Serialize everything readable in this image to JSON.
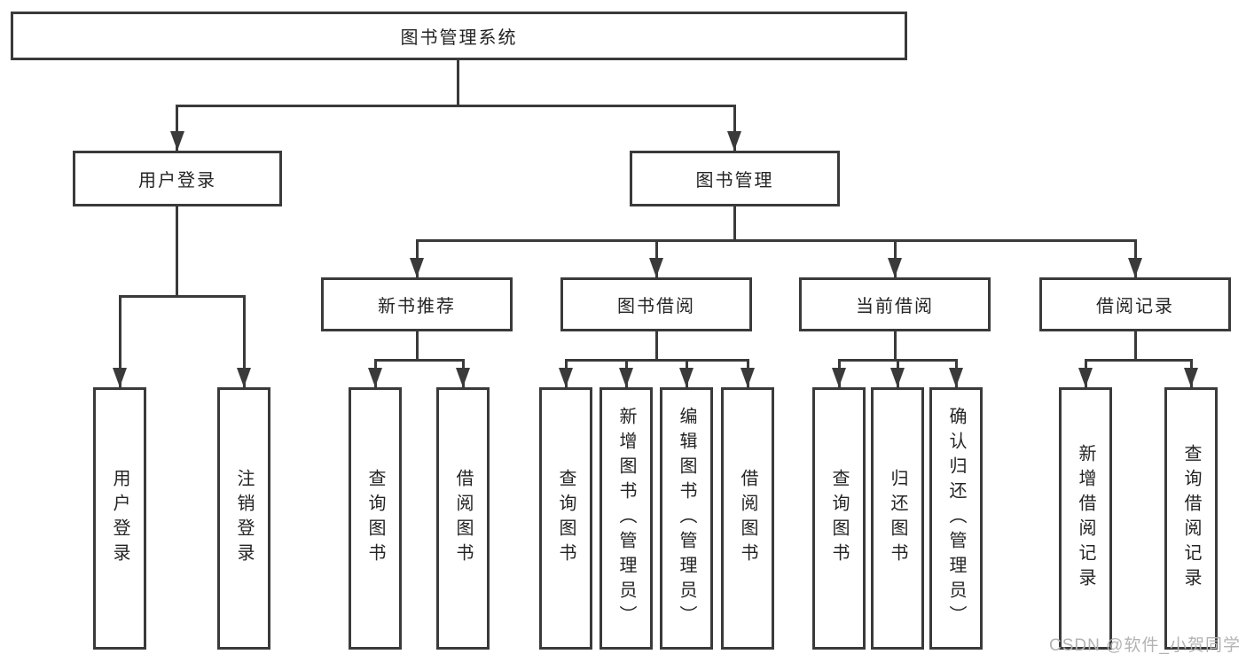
{
  "diagram_title": "图书管理系统",
  "colors": {
    "line": "#3a3a3a",
    "text": "#242424",
    "box_fill": "#ffffff",
    "watermark": "#b3b3b3"
  },
  "tree": {
    "root": {
      "label": "图书管理系统"
    },
    "user_login": {
      "label": "用户登录",
      "children": [
        {
          "label": "用户登录"
        },
        {
          "label": "注销登录"
        }
      ]
    },
    "book_mgmt": {
      "label": "图书管理",
      "children": [
        {
          "label": "新书推荐",
          "children": [
            {
              "label": "查询图书"
            },
            {
              "label": "借阅图书"
            }
          ]
        },
        {
          "label": "图书借阅",
          "children": [
            {
              "label": "查询图书"
            },
            {
              "label": "新增图书（管理员）"
            },
            {
              "label": "编辑图书（管理员）"
            },
            {
              "label": "借阅图书"
            }
          ]
        },
        {
          "label": "当前借阅",
          "children": [
            {
              "label": "查询图书"
            },
            {
              "label": "归还图书"
            },
            {
              "label": "确认归还（管理员）"
            }
          ]
        },
        {
          "label": "借阅记录",
          "children": [
            {
              "label": "新增借阅记录"
            },
            {
              "label": "查询借阅记录"
            }
          ]
        }
      ]
    }
  },
  "watermark": "CSDN @软件_小贺同学"
}
